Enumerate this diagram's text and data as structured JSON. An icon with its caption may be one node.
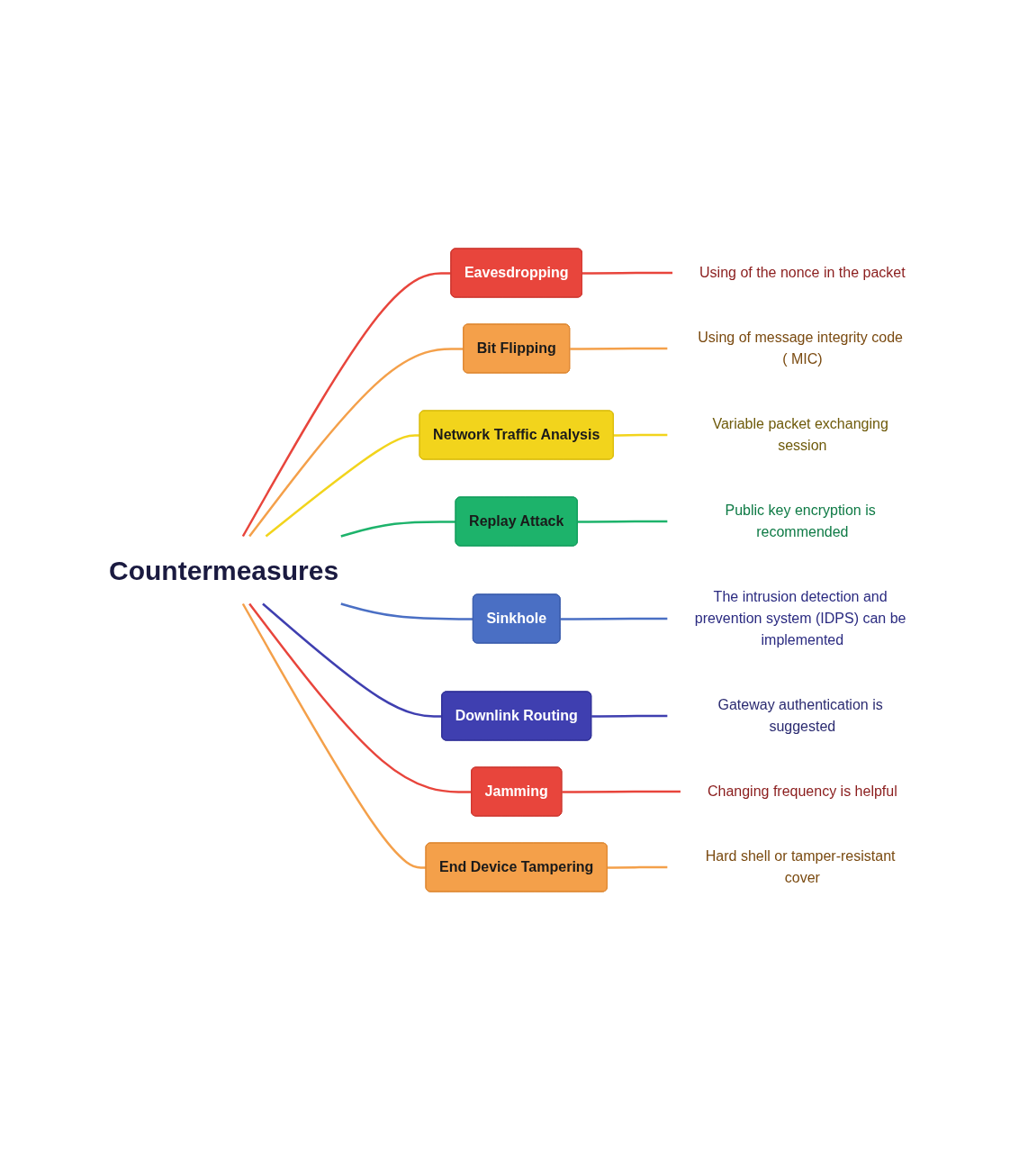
{
  "diagram": {
    "nodes": [
      {
        "text": [
          "Countermeasures"
        ]
      },
      {
        "text": [
          "Eavesdropping"
        ]
      },
      {
        "text": [
          "Using of the nonce in the packet"
        ]
      },
      {
        "text": [
          "Bit Flipping"
        ]
      },
      {
        "text": [
          "Using of message integrity code ( MIC)"
        ]
      },
      {
        "text": [
          "Network Traffic Analysis"
        ]
      },
      {
        "text": [
          "Variable packet exchanging session"
        ]
      },
      {
        "text": [
          "Replay Attack"
        ]
      },
      {
        "text": [
          "Public key encryption is recommended"
        ]
      },
      {
        "text": [
          "Sinkhole"
        ]
      },
      {
        "text": [
          "The intrusion detection and prevention system (IDPS) can be implemented"
        ]
      },
      {
        "text": [
          "Downlink Routing"
        ]
      },
      {
        "text": [
          "Gateway authentication is suggested"
        ]
      },
      {
        "text": [
          "Jamming"
        ]
      },
      {
        "text": [
          "Changing frequency is helpful"
        ]
      },
      {
        "text": [
          "End Device Tampering"
        ]
      },
      {
        "text": [
          "Hard shell or tamper-resistant cover"
        ]
      }
    ],
    "edges": [
      {
        "from": 0,
        "to": 1,
        "arrow": "none",
        "color": "#e8453c"
      },
      {
        "from": 1,
        "to": 2,
        "arrow": "none",
        "color": "#e8453c"
      },
      {
        "from": 0,
        "to": 3,
        "arrow": "none",
        "color": "#f4a04a"
      },
      {
        "from": 3,
        "to": 4,
        "arrow": "none",
        "color": "#f4a04a"
      },
      {
        "from": 0,
        "to": 5,
        "arrow": "none",
        "color": "#f2d41c"
      },
      {
        "from": 5,
        "to": 6,
        "arrow": "none",
        "color": "#f2d41c"
      },
      {
        "from": 0,
        "to": 7,
        "arrow": "none",
        "color": "#1db36b"
      },
      {
        "from": 7,
        "to": 8,
        "arrow": "none",
        "color": "#1db36b"
      },
      {
        "from": 0,
        "to": 9,
        "arrow": "none",
        "color": "#4a6fc4"
      },
      {
        "from": 9,
        "to": 10,
        "arrow": "none",
        "color": "#4a6fc4"
      },
      {
        "from": 0,
        "to": 11,
        "arrow": "none",
        "color": "#3f3fb0"
      },
      {
        "from": 11,
        "to": 12,
        "arrow": "none",
        "color": "#3f3fb0"
      },
      {
        "from": 0,
        "to": 13,
        "arrow": "none",
        "color": "#e8453c"
      },
      {
        "from": 13,
        "to": 14,
        "arrow": "none",
        "color": "#e8453c"
      },
      {
        "from": 0,
        "to": 15,
        "arrow": "none",
        "color": "#f4a04a"
      },
      {
        "from": 15,
        "to": 16,
        "arrow": "none",
        "color": "#f4a04a"
      }
    ]
  }
}
